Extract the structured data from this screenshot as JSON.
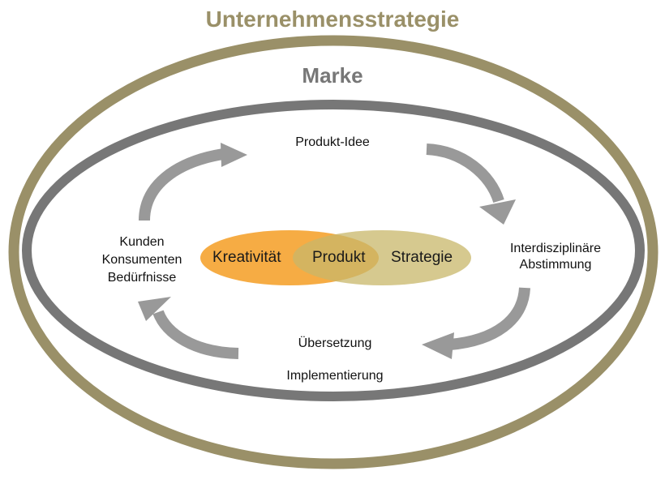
{
  "diagram": {
    "outer_title": "Unternehmensstrategie",
    "inner_title": "Marke",
    "colors": {
      "outer_ring": "#9a9068",
      "inner_ring": "#777777",
      "arrow": "#999999",
      "kreativitaet": "#f5a83a",
      "strategie": "#c8b76a",
      "overlap": "#d4a94a"
    },
    "cycle": {
      "top": "Produkt-Idee",
      "right": [
        "Interdisziplinäre",
        "Abstimmung"
      ],
      "bottom": [
        "Übersetzung",
        "Implementierung"
      ],
      "left": [
        "Kunden",
        "Konsumenten",
        "Bedürfnisse"
      ]
    },
    "venn": {
      "left": "Kreativität",
      "center": "Produkt",
      "right": "Strategie"
    }
  }
}
